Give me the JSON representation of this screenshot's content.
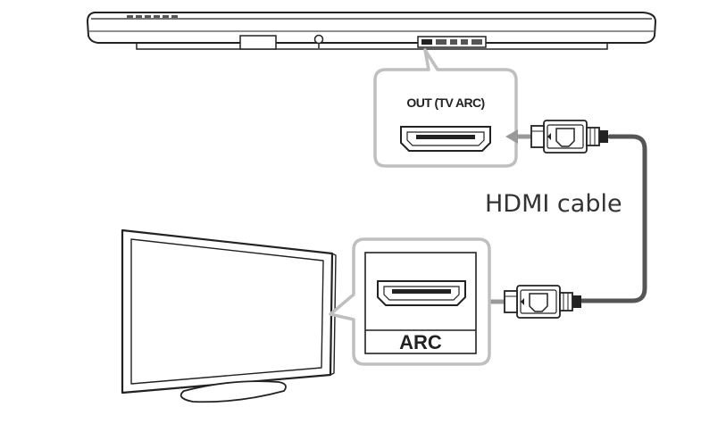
{
  "soundbar_port": {
    "label": "OUT (TV ARC)"
  },
  "cable": {
    "label": "HDMI cable"
  },
  "tv_port": {
    "label": "ARC"
  },
  "colors": {
    "outline": "#222222",
    "callout_border": "#bfbfbf",
    "arrow": "#999999",
    "cable": "#555555"
  }
}
